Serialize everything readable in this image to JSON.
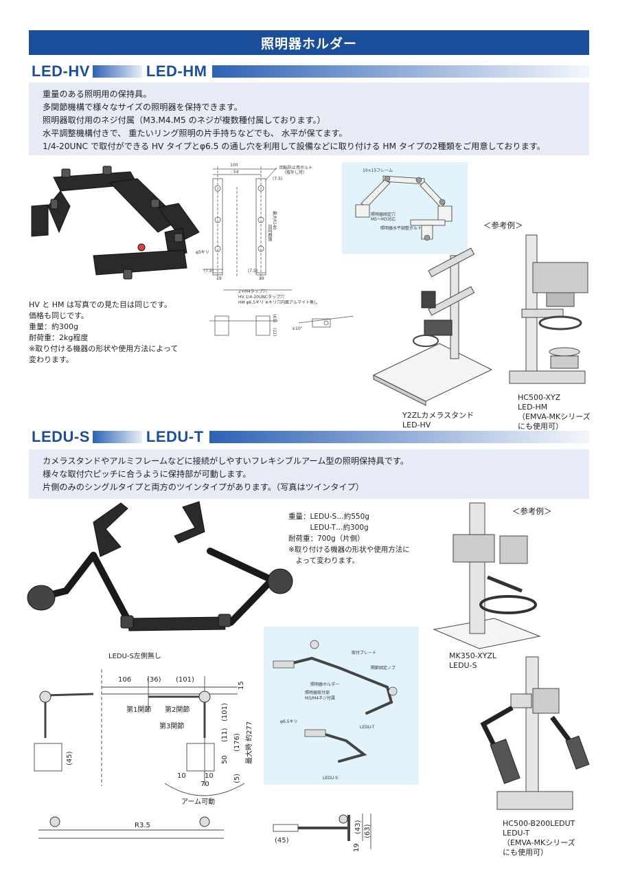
{
  "banner": {
    "title": "照明器ホルダー"
  },
  "section1": {
    "title_a": "LED-HV",
    "title_b": "LED-HM",
    "desc": [
      "重量のある照明用の保持具。",
      "多関節機構で様々なサイズの照明器を保持できます。",
      "照明器取付用のネジ付属（M3.M4.M5 のネジが複数種付属しております。）",
      "水平調整機構付きで、 重たいリング照明の片手持ちなどでも、 水平が保てます。",
      "1/4-20UNC で取付ができる HV タイプとφ6.5 の通し穴を利用して設備などに取り付ける HM タイプの2種類をご用意しております。"
    ],
    "notes": [
      "HV と HM は写真での見た目は同じです。",
      "価格も同じです。",
      "重量：約300g",
      "耐荷重：2kg程度",
      "※取り付ける機器の形状や使用方法によって",
      "変わります。"
    ],
    "drawing": {
      "dim_100": "100",
      "dim_54": "54",
      "note_bolt": "回転防止用ボルト",
      "note_bolt2": "（取外し可）",
      "dim_7_5": "(7.5)",
      "dim_19": "19",
      "dim_r140": "最大R140",
      "dim_range": "回定範囲",
      "hole": "φ5キリ",
      "tap": "2×M4タップ穴",
      "hv_note": "HV 1/4-20UNCタップ穴",
      "hm_note": "HM φ6.5キリ ※キリ穴内面アルマイト無し",
      "angle": "±10°",
      "dim_63": "(63)",
      "dim_22": "(22)"
    },
    "illust": {
      "frame": "10×15フレーム",
      "fix_hole": "照明器固定穴",
      "fix_hole2": "M5〜M3対応",
      "level_bolt": "照明器水平調整ボルト"
    },
    "ref_label": "＜参考例＞",
    "cap_left": [
      "Y2ZLカメラスタンド",
      "LED-HV"
    ],
    "cap_right": [
      "HC500-XYZ",
      "LED-HM",
      "（EMVA-MKシリーズ",
      "にも使用可）"
    ]
  },
  "section2": {
    "title_a": "LEDU-S",
    "title_b": "LEDU-T",
    "desc": [
      "カメラスタンドやアルミフレームなどに接続がしやすいフレキシブルアーム型の照明保持具です。",
      "様々な取付穴ピッチに合うように保持部が可動します。",
      "片側のみのシングルタイプと両方のツインタイプがあります。（写真はツインタイプ）"
    ],
    "specs": [
      "重量：LEDU-S…約550g",
      "　　　LEDU-T…約300g",
      "耐荷重：700g（片側）",
      "※取り付ける機器の形状や使用方法に",
      "　よって変わります。"
    ],
    "ref_label": "＜参考例＞",
    "cap_top": [
      "MK350-XYZL",
      "LEDU-S"
    ],
    "cap_bottom": [
      "HC500-B200LEDUT",
      "LEDU-T",
      "（EMVA-MKシリーズ",
      "にも使用可）"
    ],
    "drawing": {
      "no_left": "LEDU-S左側無し",
      "d106": "106",
      "d36": "(36)",
      "d101": "(101)",
      "d15": "15",
      "joint1": "第1関節",
      "joint2": "第2関節",
      "joint3": "第3関節",
      "d101v": "(101)",
      "d11": "(11)",
      "d176": "(176)",
      "dmax": "最大時 約277",
      "d45": "(45)",
      "d50": "50",
      "d5": "(5)",
      "d10a": "10",
      "d10b": "10",
      "d70": "70",
      "arm": "アーム可動",
      "r35": "R3.5",
      "d45b": "(45)",
      "d43": "(43)",
      "d63": "(63)",
      "d19": "19"
    },
    "illust": {
      "plate": "取付プレート",
      "knob": "関節固定ノブ",
      "holder": "照明器ホルダー",
      "mount": "照明器取付部",
      "mount2": "M3/M4ネジ付属",
      "hole": "φ6.5キリ",
      "t": "LEDU-T",
      "s": "LEDU-S"
    }
  }
}
